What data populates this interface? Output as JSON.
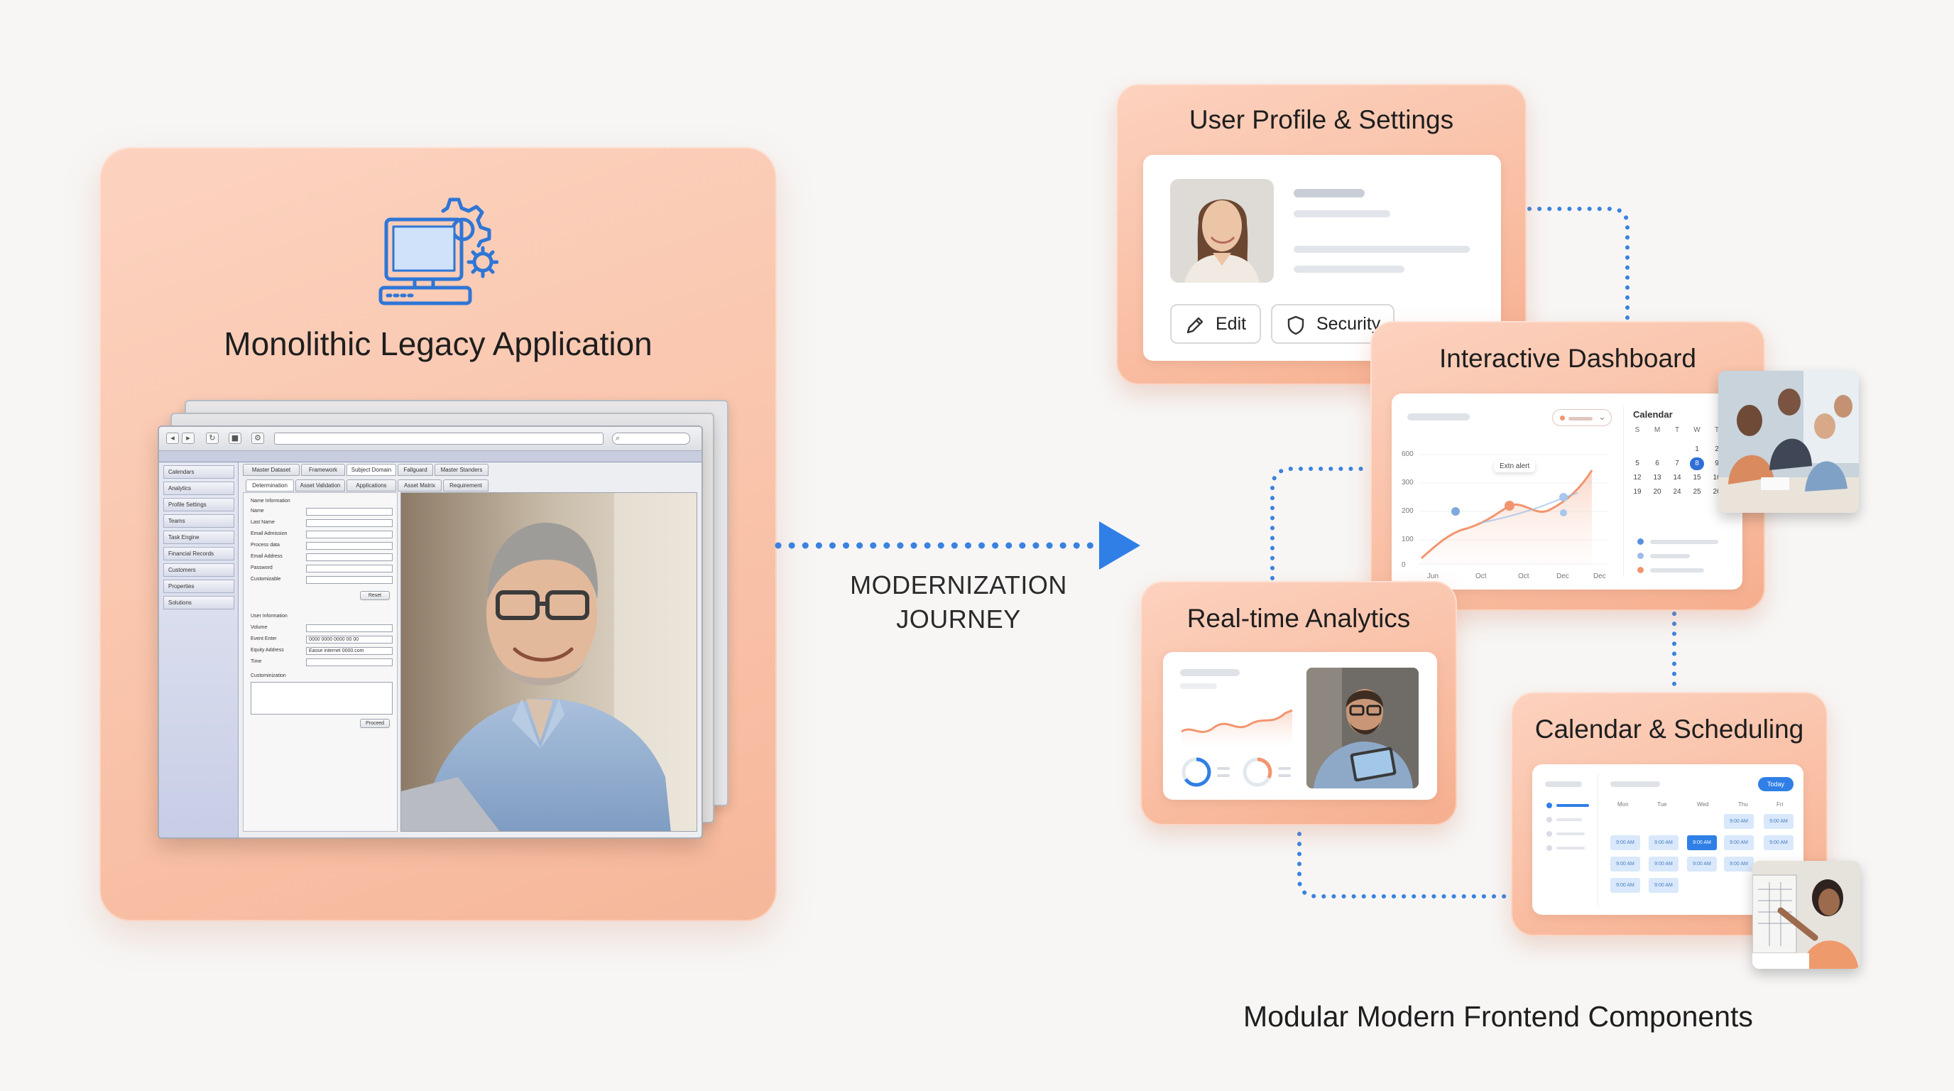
{
  "legacy": {
    "title": "Monolithic Legacy Application",
    "sidebar_items": [
      "Calendars",
      "Analytics",
      "Profile Settings",
      "Teams",
      "Task Engine",
      "Financial Records",
      "Customers",
      "Properties",
      "Solutions"
    ],
    "top_tabs": [
      "Master Dataset",
      "Framework",
      "Subject Domain",
      "Fallguard",
      "Master Standers"
    ],
    "sub_tabs": [
      "Determination",
      "Asset Validation",
      "Applications",
      "Asset Matrix",
      "Requirement"
    ],
    "section_1": "Name Information",
    "fields_1": [
      "Name",
      "Last Name",
      "Email Admission",
      "Process data",
      "Email Address",
      "Password",
      "Customizable"
    ],
    "section_2": "User Information",
    "fields_2": [
      {
        "label": "Volume",
        "value": ""
      },
      {
        "label": "Event Enter",
        "value": "0000 0000 0000 00 00"
      },
      {
        "label": "Equity Address",
        "value": "Easse internet 0000.com"
      },
      {
        "label": "Time",
        "value": ""
      }
    ],
    "section_3": "Custominization",
    "button_1": "Reset",
    "button_2": "Proceed"
  },
  "journey": {
    "line1": "MODERNIZATION",
    "line2": "JOURNEY"
  },
  "profile_card": {
    "title": "User Profile & Settings",
    "edit_label": "Edit",
    "security_label": "Security"
  },
  "dashboard_card": {
    "title": "Interactive Dashboard",
    "tooltip": "Extn alert",
    "calendar_label": "Calendar",
    "weekdays": [
      "S",
      "M",
      "T",
      "W",
      "T"
    ],
    "dates": [
      "",
      "",
      "",
      "",
      "",
      "",
      "",
      "",
      "1",
      "2",
      "5",
      "6",
      "7",
      "8",
      "9",
      "12",
      "13",
      "14",
      "15",
      "16",
      "19",
      "20",
      "24",
      "25",
      "26"
    ],
    "selected_date": "8",
    "highlight_color": "#2f6fd6"
  },
  "analytics_card": {
    "title": "Real-time Analytics"
  },
  "calendar_card": {
    "title": "Calendar & Scheduling",
    "button_label": "Today",
    "days": [
      "Mon",
      "Tue",
      "Wed",
      "Thu",
      "Fri"
    ],
    "slot_label": "9:00 AM"
  },
  "footer": {
    "label": "Modular Modern Frontend Components"
  },
  "colors": {
    "card_peach": "#f9c4ab",
    "accent_blue": "#2f7fe6",
    "line_blue": "#3a82e0",
    "chart_orange": "#f2956e"
  }
}
